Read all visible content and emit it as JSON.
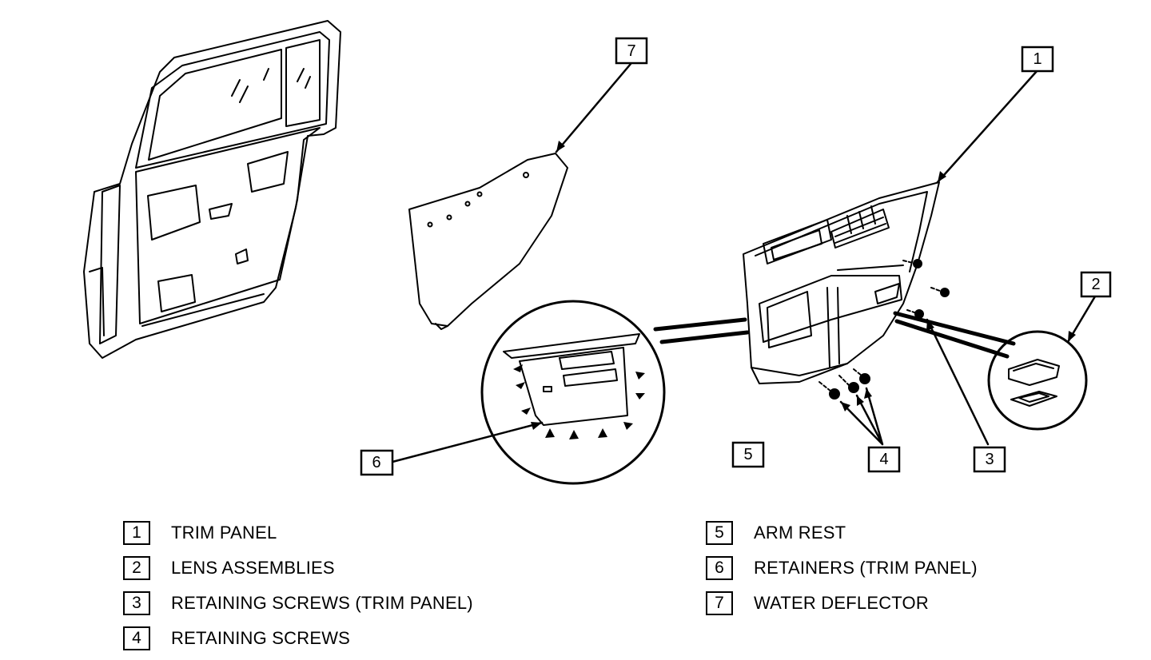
{
  "callouts": [
    {
      "number": "1"
    },
    {
      "number": "2"
    },
    {
      "number": "3"
    },
    {
      "number": "4"
    },
    {
      "number": "5"
    },
    {
      "number": "6"
    },
    {
      "number": "7"
    }
  ],
  "legend": [
    {
      "number": "1",
      "label": "TRIM PANEL"
    },
    {
      "number": "2",
      "label": "LENS ASSEMBLIES"
    },
    {
      "number": "3",
      "label": "RETAINING SCREWS (TRIM PANEL)"
    },
    {
      "number": "4",
      "label": "RETAINING SCREWS"
    },
    {
      "number": "5",
      "label": "ARM REST"
    },
    {
      "number": "6",
      "label": "RETAINERS (TRIM PANEL)"
    },
    {
      "number": "7",
      "label": "WATER DEFLECTOR"
    }
  ]
}
